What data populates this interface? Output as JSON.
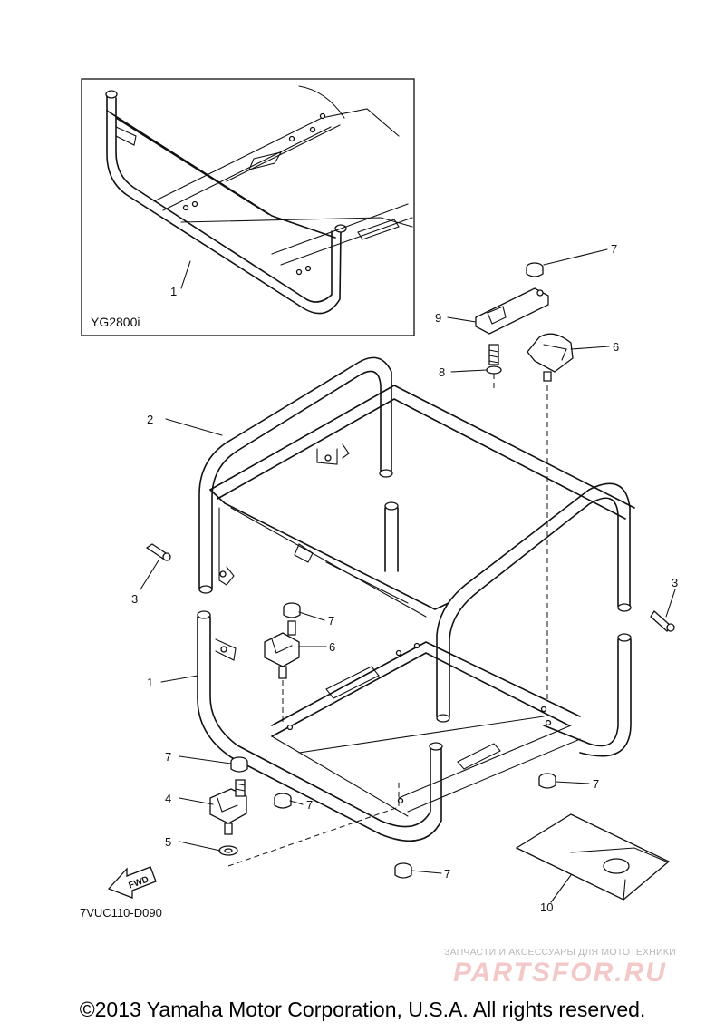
{
  "inset": {
    "label": "YG2800i"
  },
  "diagram_code": "7VUC110-D090",
  "fwd_label": "FWD",
  "callouts": [
    "1",
    "2",
    "3",
    "3",
    "1",
    "4",
    "5",
    "6",
    "6",
    "7",
    "7",
    "7",
    "7",
    "7",
    "7",
    "8",
    "9",
    "10"
  ],
  "watermark": {
    "line1": "ЗАПЧАСТИ И АКСЕССУАРЫ ДЛЯ МОТОТЕХНИКИ",
    "line2": "PARTSFOR.RU"
  },
  "copyright": "©2013 Yamaha Motor Corporation, U.S.A. All rights reserved."
}
